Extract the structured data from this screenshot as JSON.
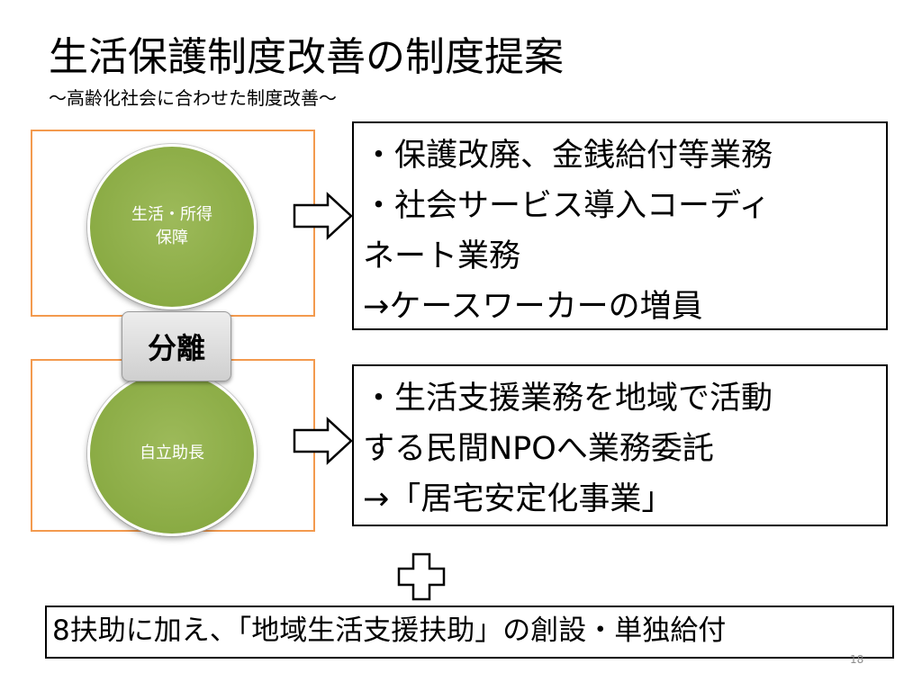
{
  "slide": {
    "title": "生活保護制度改善の制度提案",
    "subtitle": "～高齢化社会に合わせた制度改善～",
    "circle_top_label": "生活・所得\n保障",
    "circle_bottom_label": "自立助長",
    "separator_label": "分離",
    "box1_lines": [
      "・保護改廃、金銭給付等業務",
      "・社会サービス導入コーディ",
      "ネート業務",
      "→ケースワーカーの増員"
    ],
    "box2_lines": [
      "・生活支援業務を地域で活動",
      "する民間NPOへ業務委託",
      "→「居宅安定化事業」"
    ],
    "bottom_text": "8扶助に加え、「地域生活支援扶助」の創設・単独給付",
    "page_number": "18"
  },
  "colors": {
    "circle_fill": "#8aab44",
    "frame_border": "#f39a4e"
  }
}
